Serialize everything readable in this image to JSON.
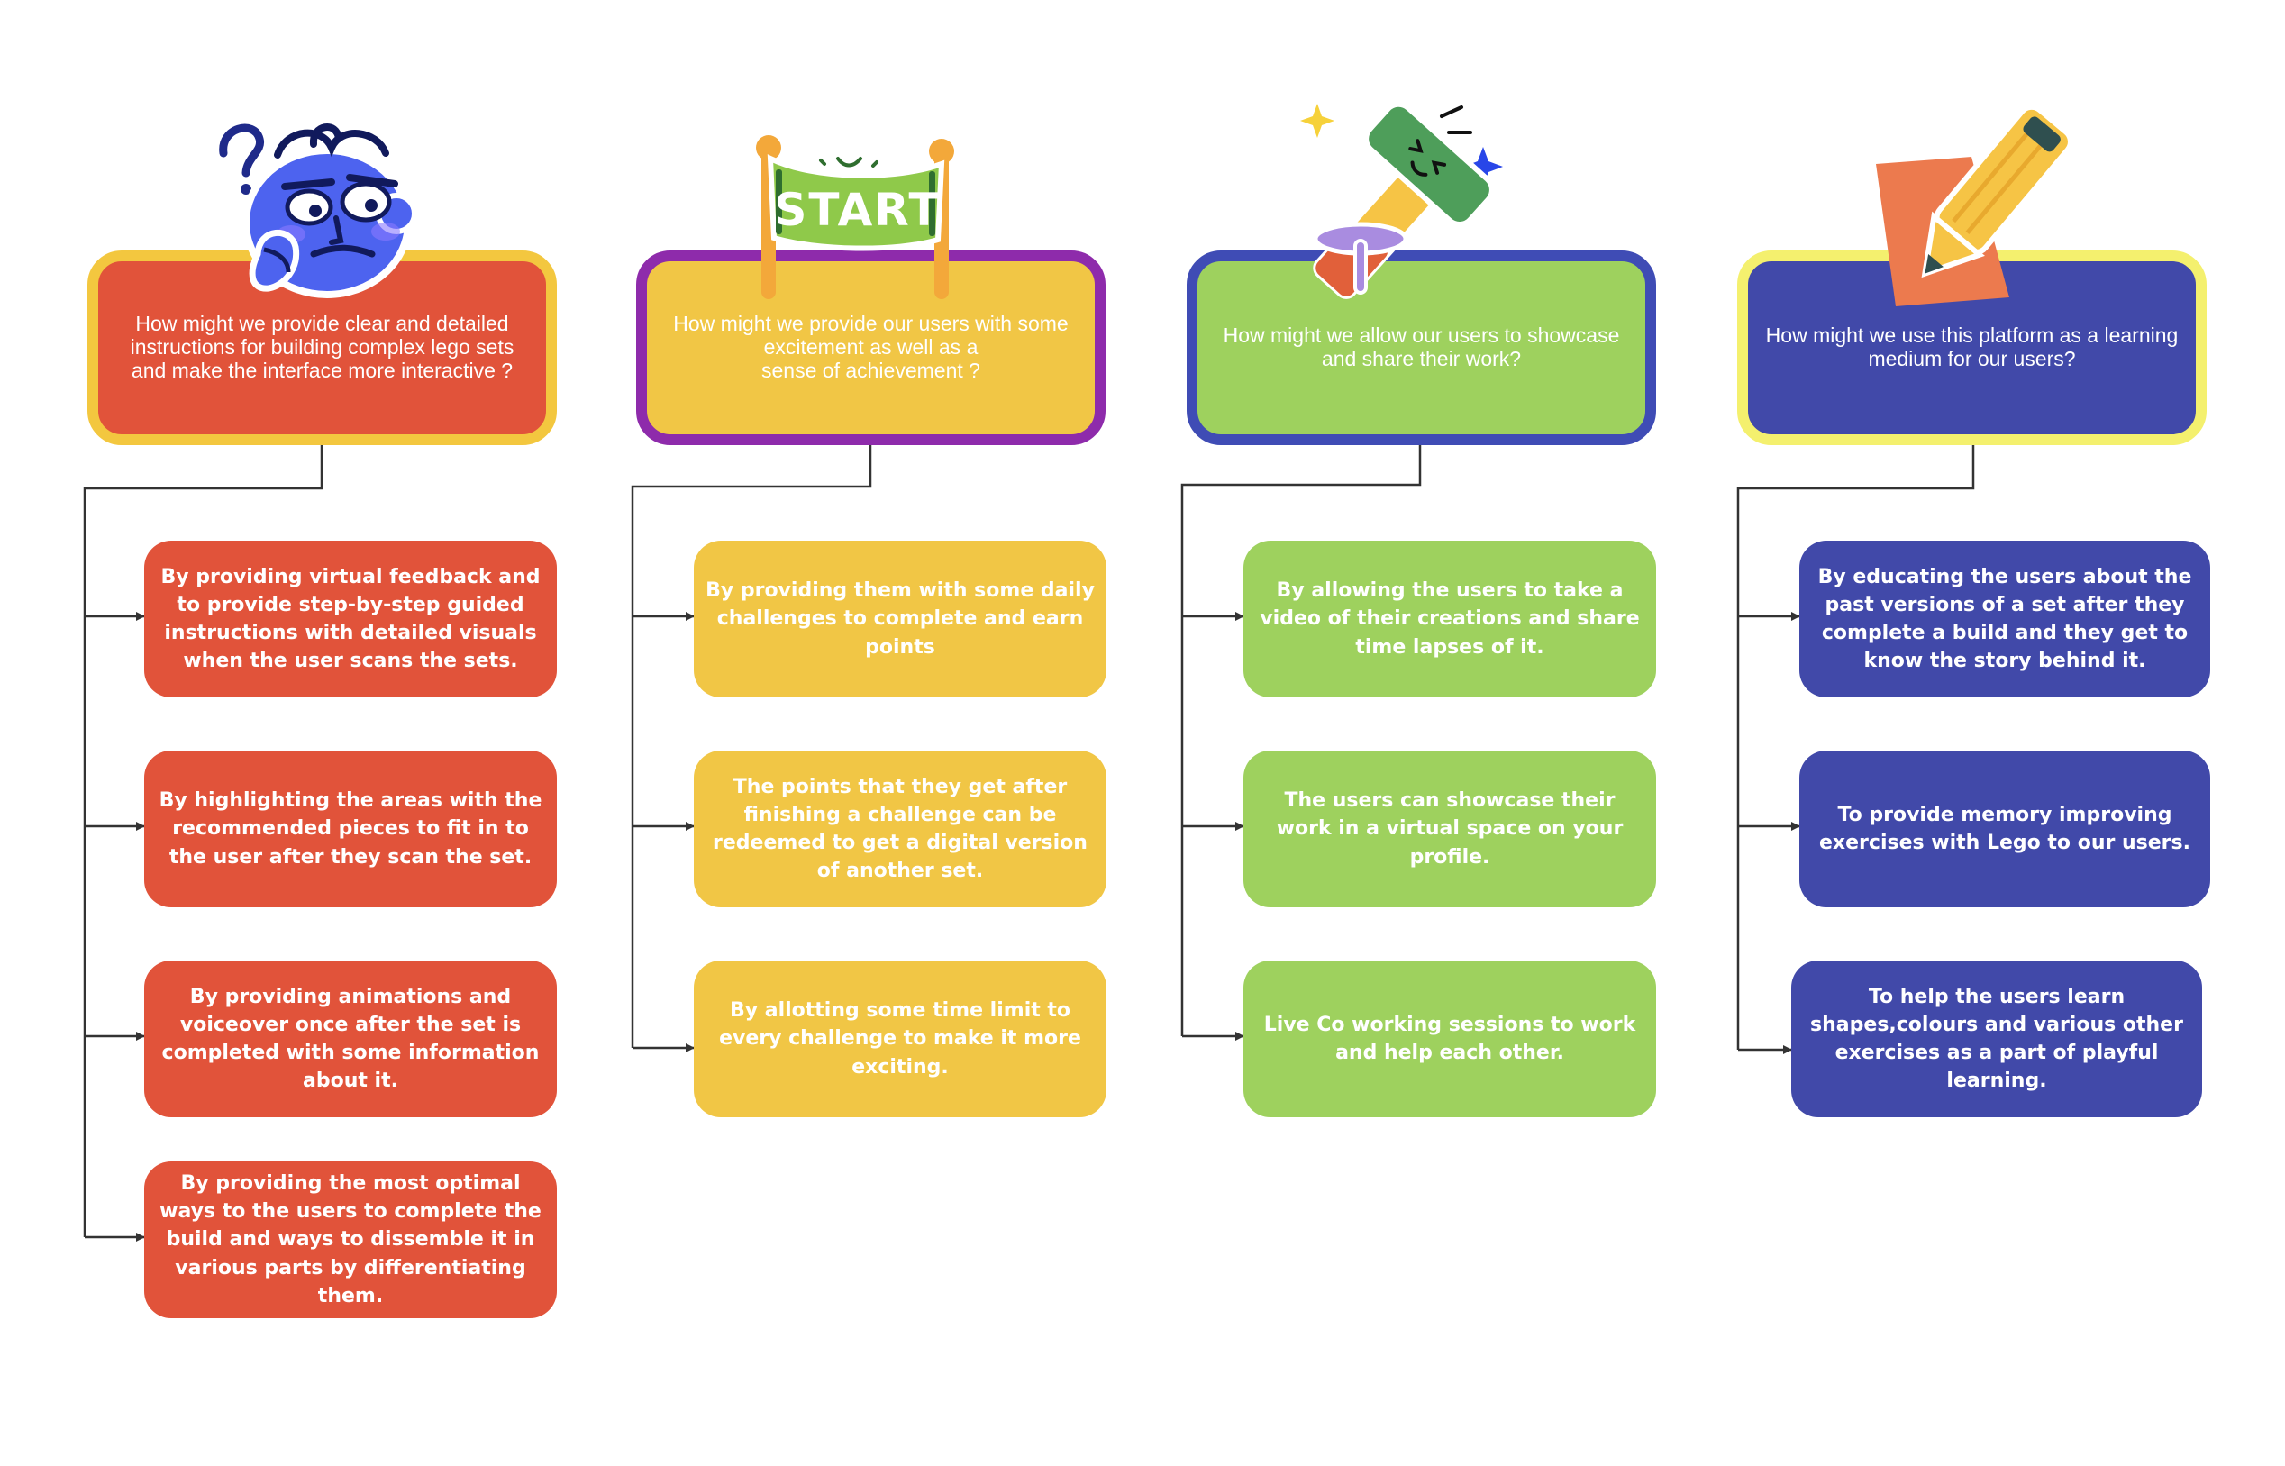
{
  "colors": {
    "red": "#e1533a",
    "yellow": "#f1c645",
    "green": "#9ed15e",
    "indigo": "#4149a9",
    "yellow_border": "#f3c73f",
    "purple_border": "#8e2bab",
    "blue_border": "#3f4cb5",
    "pale_yellow_border": "#f4f06e",
    "connector": "#333333"
  },
  "columns": [
    {
      "illustration": "confused-face-icon",
      "question": "How might we provide clear and detailed\ninstructions for building complex lego sets\nand make the interface more interactive ?",
      "ideas": [
        "By providing virtual feedback and to provide step-by-step guided instructions with detailed visuals when the user scans the sets.",
        "By highlighting the areas with the recommended pieces to fit in to the user after they scan the set.",
        "By providing animations and voiceover once after the set is completed with some information about it.",
        "By providing the most optimal ways to the users to complete the build and ways to dissemble it in various parts by differentiating them."
      ]
    },
    {
      "illustration": "start-banner-icon",
      "banner_text": "START",
      "question": "How might we provide our users with some\nexcitement as well as a\nsense of achievement ?",
      "ideas": [
        "By providing them with some daily challenges to complete and earn points",
        "The points that they get after finishing a challenge can be redeemed to get a digital version of another set.",
        "By allotting some time limit to every challenge to make it more exciting."
      ]
    },
    {
      "illustration": "hammer-icon",
      "question": "How might we allow our users to showcase\nand share their work?",
      "ideas": [
        "By allowing the users to take a video of their creations and share time lapses of it.",
        "The users can showcase their work in a virtual space on your profile.",
        "Live Co working sessions to work and help each other."
      ]
    },
    {
      "illustration": "pencil-icon",
      "question": "How might we use this platform as a learning\nmedium for our users?",
      "ideas": [
        "By educating the users about the past versions of a set after they complete a build and they get to know the story behind it.",
        "To provide memory improving exercises with Lego to our users.",
        "To help the users learn shapes,colours and various other exercises as a part of playful learning."
      ]
    }
  ]
}
